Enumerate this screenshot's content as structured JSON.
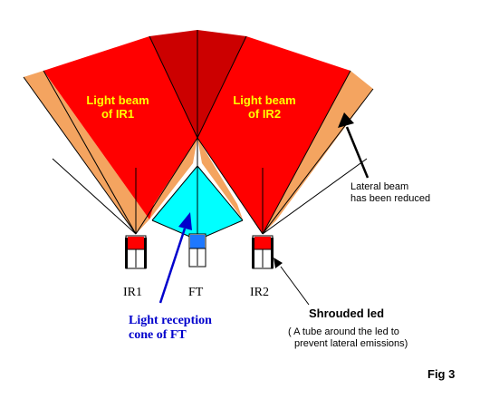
{
  "beams": {
    "ir1_line1": "Light beam",
    "ir1_line2": "of IR1",
    "ir2_line1": "Light beam",
    "ir2_line2": "of IR2"
  },
  "devices": {
    "ir1": "IR1",
    "ft": "FT",
    "ir2": "IR2"
  },
  "annotations": {
    "lateral_line1": "Lateral beam",
    "lateral_line2": "has been reduced",
    "reception_line1": "Light reception",
    "reception_line2": "cone of FT",
    "shrouded_title": "Shrouded led",
    "shrouded_line1": "( A tube around the led to",
    "shrouded_line2": "prevent lateral emissions)"
  },
  "figure_label": "Fig 3",
  "colors": {
    "beam_red": "#ff0000",
    "overlap_dark_red": "#cc0000",
    "lateral_orange": "#f4a460",
    "reception_cyan": "#00ffff",
    "label_yellow": "#ffff00",
    "annotation_blue": "#0000cc",
    "ft_led_blue": "#1e78ff"
  }
}
